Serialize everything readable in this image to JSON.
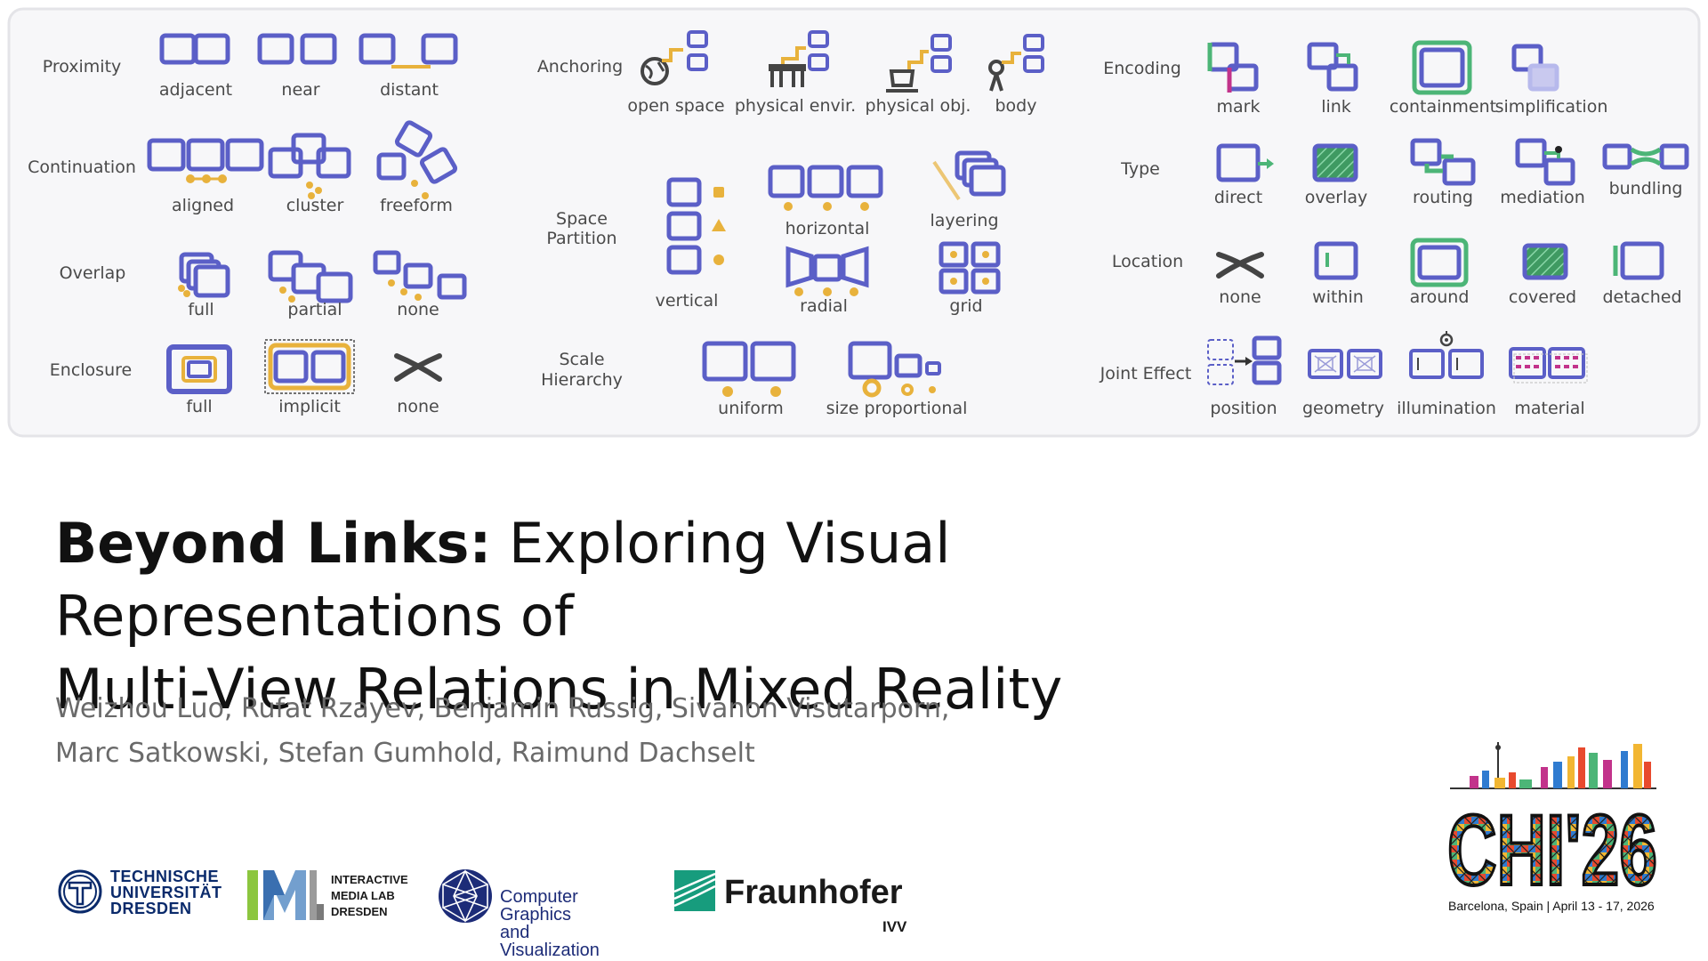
{
  "taxonomy": {
    "col1": {
      "categories": [
        {
          "label": "Proximity",
          "items": [
            "adjacent",
            "near",
            "distant"
          ]
        },
        {
          "label": "Continuation",
          "items": [
            "aligned",
            "cluster",
            "freeform"
          ]
        },
        {
          "label": "Overlap",
          "items": [
            "full",
            "partial",
            "none"
          ]
        },
        {
          "label": "Enclosure",
          "items": [
            "full",
            "implicit",
            "none"
          ]
        }
      ]
    },
    "col2": {
      "categories": [
        {
          "label": "Anchoring",
          "items": [
            "open space",
            "physical envir.",
            "physical obj.",
            "body"
          ]
        },
        {
          "label_lines": [
            "Space",
            "Partition"
          ],
          "items": [
            "vertical",
            "horizontal",
            "radial",
            "layering",
            "grid"
          ]
        },
        {
          "label_lines": [
            "Scale",
            "Hierarchy"
          ],
          "items": [
            "uniform",
            "size proportional"
          ]
        }
      ]
    },
    "col3": {
      "categories": [
        {
          "label": "Encoding",
          "items": [
            "mark",
            "link",
            "containment",
            "simplification"
          ]
        },
        {
          "label": "Type",
          "items": [
            "direct",
            "overlay",
            "routing",
            "mediation",
            "bundling"
          ]
        },
        {
          "label": "Location",
          "items": [
            "none",
            "within",
            "around",
            "covered",
            "detached"
          ]
        },
        {
          "label": "Joint Effect",
          "items": [
            "position",
            "geometry",
            "illumination",
            "material"
          ]
        }
      ]
    }
  },
  "title": {
    "bold": "Beyond Links:",
    "rest_line1": "Exploring Visual Representations of",
    "line2": "Multi-View Relations in Mixed Reality"
  },
  "authors": {
    "line1": "Weizhou Luo, Rufat Rzayev, Benjamin Russig, Sivanon Visutarporn,",
    "line2": "Marc Satkowski, Stefan Gumhold, Raimund Dachselt"
  },
  "logos": {
    "tud": [
      "TECHNISCHE",
      "UNIVERSITÄT",
      "DRESDEN"
    ],
    "iml": [
      "INTERACTIVE",
      "MEDIA LAB",
      "DRESDEN"
    ],
    "cgv": [
      "Computer Graphics",
      "and Visualization"
    ],
    "fraunhofer": {
      "name": "Fraunhofer",
      "unit": "IVV"
    },
    "chi": {
      "text": "CHI'26",
      "caption": "Barcelona, Spain | April 13 - 17, 2026"
    }
  },
  "colors": {
    "view": "#5b5fc7",
    "link": "#e8b23c",
    "green": "#4cb577",
    "magenta": "#c2338b",
    "panel_bg": "#f7f7f9",
    "panel_border": "#e4e4e8",
    "label": "#4a4a4a"
  }
}
